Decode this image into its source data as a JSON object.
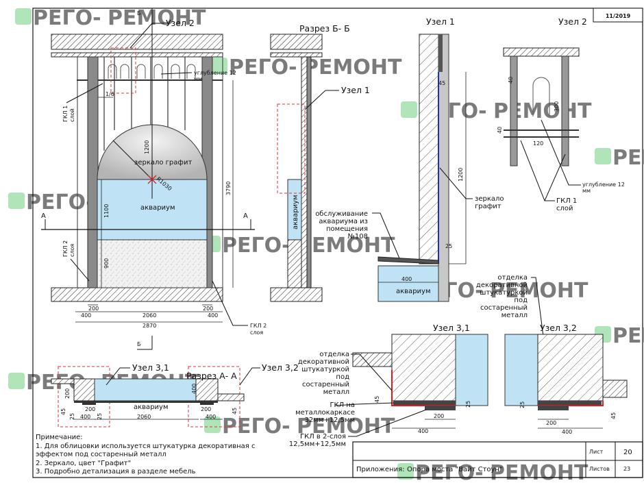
{
  "sheet_code": "11/2019",
  "watermark": {
    "part1": "РЕГО-",
    "part2": "РЕМОНТ"
  },
  "elevation": {
    "node2_label": "Узел 2",
    "section_mark_top": "Б",
    "section_mark_bottom": "Б",
    "recess_label": [
      "углубление 12",
      "мм"
    ],
    "gkl1_label": [
      "ГКЛ 1",
      "слой"
    ],
    "gkl2_left_label": [
      "ГКЛ 2",
      "слоя"
    ],
    "gkl2_right_label": [
      "ГКЛ 2",
      "слоя"
    ],
    "mirror_label": "зеркало графит",
    "radius_label": "R1030",
    "aquarium_label": "аквариум",
    "section_a_left": "А",
    "section_a_right": "А",
    "dims": {
      "d1_6": "1/6",
      "d1200": "1200",
      "d1100": "1100",
      "d900": "900",
      "d3790": "3790",
      "d200a": "200",
      "d200b": "200",
      "d400a": "400",
      "d400b": "400",
      "d2060": "2060",
      "d2870": "2870"
    }
  },
  "section_bb": {
    "title": "Разрез Б- Б",
    "node1_label": "Узел 1",
    "aquarium_label": "аквариум"
  },
  "node1": {
    "title": "Узел 1",
    "dims": {
      "d45": "45",
      "d1200": "1200",
      "d25": "25",
      "d400": "400"
    },
    "mirror_label": [
      "зеркало",
      "графит"
    ],
    "service_label": [
      "обслуживание",
      "аквариума из",
      "помещения",
      "№108"
    ],
    "aquarium_label": "аквариум"
  },
  "node2": {
    "title": "Узел 2",
    "dims": {
      "d40a": "40",
      "d300": "300",
      "d40b": "40",
      "d120": "120"
    },
    "recess_label": [
      "углубление 12",
      "мм"
    ],
    "gkl_label": [
      "ГКЛ 1",
      "слой"
    ]
  },
  "finish_label_right": [
    "отделка",
    "декоративной",
    "штукатуркой",
    "под",
    "состаренный",
    "металл"
  ],
  "plan": {
    "node31_label": "Узел 3,1",
    "node32_label": "Узел 3,2",
    "section_title": "Разрез А- А",
    "aquarium_label": "аквариум",
    "dims": {
      "d200v": "200",
      "d45l": "45",
      "d25a": "25",
      "d200": "200",
      "d400": "400",
      "d25b": "25",
      "d2060": "2060",
      "d400v": "400",
      "d200r": "200",
      "d400r": "400",
      "d45r": "45"
    }
  },
  "node31": {
    "title": "Узел 3,1",
    "finish_label": [
      "отделка",
      "декоративной",
      "штукатуркой",
      "под",
      "состаренный",
      "металл"
    ],
    "gkl_frame_label": [
      "ГКЛ на",
      "металлокаркасе",
      "32мм+12,5мм"
    ],
    "gkl2_label": [
      "ГКЛ в 2-слоя",
      "12,5мм+12,5мм"
    ],
    "dims": {
      "d45": "45",
      "d25": "25",
      "d200": "200",
      "d400": "400"
    }
  },
  "node32": {
    "title": "Узел 3,2",
    "dims": {
      "d25": "25",
      "d200": "200",
      "d400": "400",
      "d45": "45"
    }
  },
  "notes": {
    "heading": "Примечание:",
    "items": [
      "1. Для облицовки используется штукатурка декоративная с",
      "эффектом под состаренный металл",
      "2. Зеркало, цвет \"Графит\"",
      "3. Подробно детализация в разделе мебель"
    ]
  },
  "title_block": {
    "sheet_label": "Лист",
    "sheet_value": "20",
    "sheets_label": "Листов",
    "sheets_value": "23",
    "appendix_label": "Приложения:",
    "appendix_value": "Опора моста \"Вайт Стоун\""
  },
  "colors": {
    "aquarium": "#bfe3f5",
    "column": "#8a8a8a",
    "red": "#e0191f",
    "blue_line": "#1a2fc0",
    "wm_orange": "#f5c27a",
    "wm_gray": "#9a9a9a",
    "wm_green": "#6fcf7f"
  }
}
